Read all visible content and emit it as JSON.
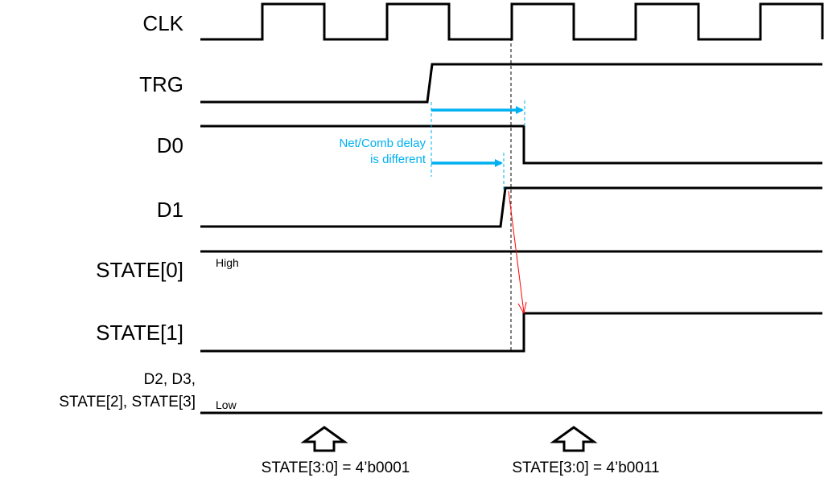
{
  "signals": {
    "clk": "CLK",
    "trg": "TRG",
    "d0": "D0",
    "d1": "D1",
    "state0": "STATE[0]",
    "state1": "STATE[1]",
    "others_line1": "D2, D3,",
    "others_line2": "STATE[2], STATE[3]"
  },
  "levels": {
    "high": "High",
    "low": "Low"
  },
  "annotation": {
    "line1": "Net/Comb delay",
    "line2": "is different"
  },
  "states": {
    "first": "STATE[3:0] = 4’b0001",
    "second": "STATE[3:0] = 4’b0011"
  },
  "colors": {
    "wave": "#000000",
    "delay": "#00b0f0",
    "arrow": "#ff0000"
  }
}
